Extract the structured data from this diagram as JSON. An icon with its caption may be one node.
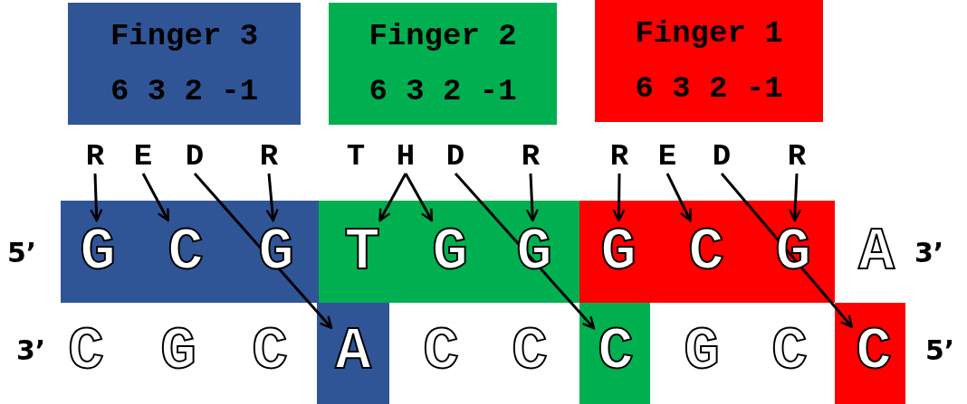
{
  "diagram": {
    "nodes": [
      {
        "text": [
          "Finger 3",
          "6 3 2 -1"
        ]
      },
      {
        "text": [
          "Finger 2",
          "6 3 2 -1"
        ]
      },
      {
        "text": [
          "Finger 1",
          "6 3 2 -1"
        ]
      },
      {
        "text": [
          "R"
        ]
      },
      {
        "text": [
          "E"
        ]
      },
      {
        "text": [
          "D"
        ]
      },
      {
        "text": [
          "R"
        ]
      },
      {
        "text": [
          "T"
        ]
      },
      {
        "text": [
          "H"
        ]
      },
      {
        "text": [
          "D"
        ]
      },
      {
        "text": [
          "R"
        ]
      },
      {
        "text": [
          "R"
        ]
      },
      {
        "text": [
          "E"
        ]
      },
      {
        "text": [
          "D"
        ]
      },
      {
        "text": [
          "R"
        ]
      },
      {
        "text": [
          "G"
        ]
      },
      {
        "text": [
          "C"
        ]
      },
      {
        "text": [
          "G"
        ]
      },
      {
        "text": [
          "T"
        ]
      },
      {
        "text": [
          "G"
        ]
      },
      {
        "text": [
          "G"
        ]
      },
      {
        "text": [
          "G"
        ]
      },
      {
        "text": [
          "C"
        ]
      },
      {
        "text": [
          "G"
        ]
      },
      {
        "text": [
          "A"
        ]
      },
      {
        "text": [
          "C"
        ]
      },
      {
        "text": [
          "G"
        ]
      },
      {
        "text": [
          "C"
        ]
      },
      {
        "text": [
          "A"
        ]
      },
      {
        "text": [
          "C"
        ]
      },
      {
        "text": [
          "C"
        ]
      },
      {
        "text": [
          "C"
        ]
      },
      {
        "text": [
          "G"
        ]
      },
      {
        "text": [
          "C"
        ]
      },
      {
        "text": [
          "C"
        ]
      }
    ],
    "edges": [
      {
        "from": 3,
        "to": 15,
        "arrow": "to"
      },
      {
        "from": 4,
        "to": 16,
        "arrow": "to"
      },
      {
        "from": 5,
        "to": 28,
        "arrow": "to"
      },
      {
        "from": 6,
        "to": 17,
        "arrow": "to"
      },
      {
        "from": 8,
        "to": 18,
        "arrow": "to"
      },
      {
        "from": 8,
        "to": 19,
        "arrow": "to"
      },
      {
        "from": 9,
        "to": 31,
        "arrow": "to"
      },
      {
        "from": 10,
        "to": 20,
        "arrow": "to"
      },
      {
        "from": 11,
        "to": 21,
        "arrow": "to"
      },
      {
        "from": 12,
        "to": 22,
        "arrow": "to"
      },
      {
        "from": 13,
        "to": 34,
        "arrow": "to"
      },
      {
        "from": 14,
        "to": 23,
        "arrow": "to"
      }
    ],
    "labels": [
      "5’",
      "3’",
      "3’",
      "5’"
    ]
  }
}
